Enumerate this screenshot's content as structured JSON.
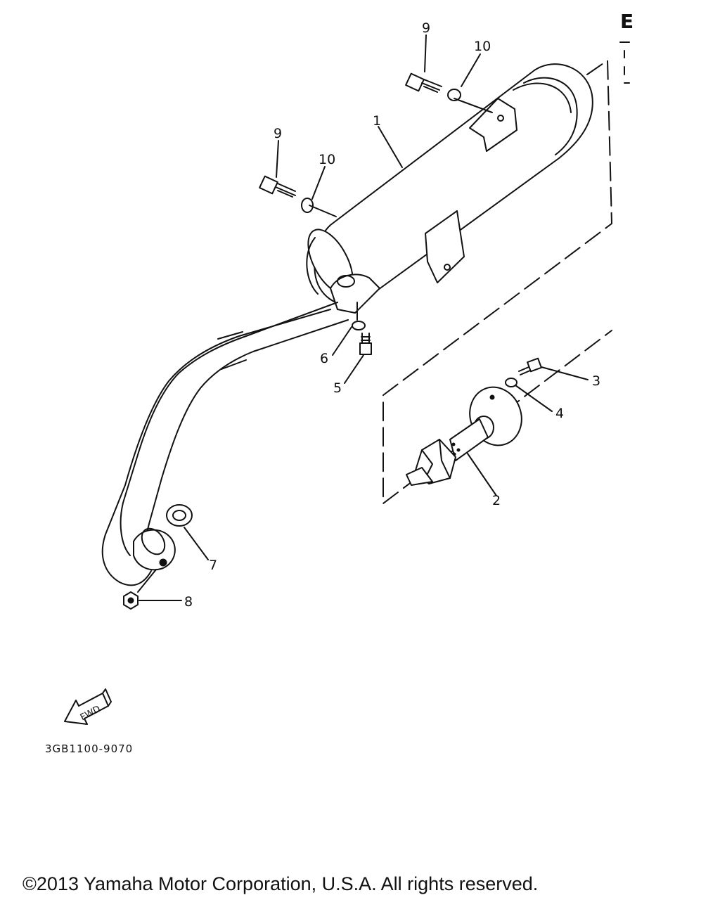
{
  "diagram": {
    "callouts": {
      "muffler": "1",
      "spark_arrester": "2",
      "bolt_3": "3",
      "washer_4": "4",
      "bolt_5": "5",
      "washer_6": "6",
      "gasket_7": "7",
      "nut_8": "8",
      "bolt_9_upper": "9",
      "bolt_9_lower": "9",
      "washer_10_upper": "10",
      "washer_10_lower": "10"
    },
    "fwd_label": "FWD",
    "part_code": "3GB1100-9070",
    "corner_mark": "E"
  },
  "footer": {
    "copyright": "©2013 Yamaha Motor Corporation, U.S.A. All rights reserved."
  }
}
